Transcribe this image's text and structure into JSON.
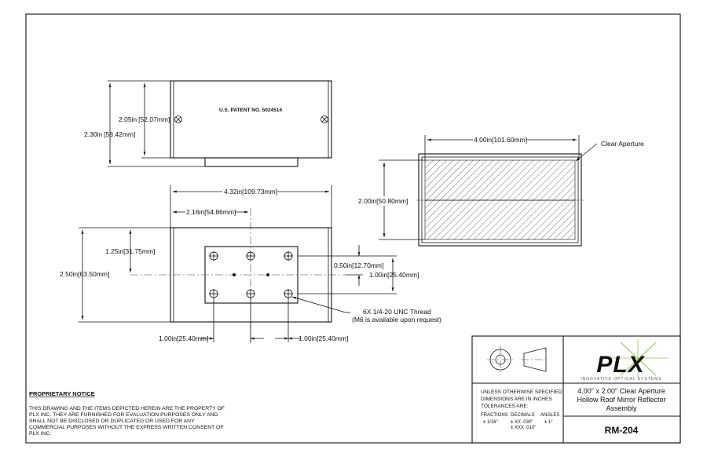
{
  "patent": "U.S. PATENT NO. 5024514",
  "dims": {
    "front_h_inner": "2.05in",
    "front_h_inner_mm": "52.07mm",
    "front_h_outer": "2.30in",
    "front_h_outer_mm": "58.42mm",
    "top_len": "4.32in",
    "top_len_mm": "109.73mm",
    "top_half": "2.16in",
    "top_half_mm": "54.86mm",
    "top_width": "2.50in",
    "top_width_mm": "63.50mm",
    "top_offset": "1.25in",
    "top_offset_mm": "31.75mm",
    "hole_small": "0.50in",
    "hole_small_mm": "12.70mm",
    "hole_pitch_v": "1.00in",
    "hole_pitch_v_mm": "25.40mm",
    "hole_pitch_h1": "1.00in",
    "hole_pitch_h1_mm": "25.40mm",
    "hole_pitch_h2": "1.00in",
    "hole_pitch_h2_mm": "25.40mm",
    "end_w": "4.00in",
    "end_w_mm": "101.60mm",
    "end_h": "2.00in",
    "end_h_mm": "50.80mm"
  },
  "clear_aperture_label": "Clear Aperture",
  "thread_note_1": "6X 1/4-20 UNC Thread",
  "thread_note_2": "(M6 is available upon request)",
  "notice": {
    "title": "PROPRIETARY NOTICE",
    "lines": [
      "THIS DRAWING AND THE ITEMS DEPICTED HEREIN ARE THE PROPERTY OF",
      "PLX INC. THEY ARE FURNISHED FOR EVALUATION PURPOSES ONLY AND",
      "SHALL NOT BE DISCLOSED OR DUPLICATED OR USED FOR ANY",
      "COMMERCIAL PURPOSES WITHOUT THE EXPRESS WRITTEN CONSENT OF",
      "PLX INC."
    ]
  },
  "title_block": {
    "logo_text": "PLX",
    "logo_tagline": "INNOVATIVE OPTICAL SYSTEMS",
    "tolerance_lines": [
      "UNLESS OTHERWISE SPECIFIED",
      "DIMENSIONS ARE IN INCHES",
      "TOLERANCES ARE:"
    ],
    "fractions_label": "FRACTIONS",
    "fractions_value": "± 1/16\"",
    "decimals_label": "DECIMALS",
    "decimals_xx": "± XX .030\"",
    "decimals_xxx": "± XXX .010\"",
    "angles_label": "ANGLES",
    "angles_value": "± 1°",
    "description_lines": [
      "4.00\" x 2.00\" Clear Aperture",
      "Hollow Roof Mirror Reflector",
      "Assembly"
    ],
    "part_number": "RM-204"
  },
  "colors": {
    "logo_green": "#8dc63f",
    "ink": "#111111"
  }
}
